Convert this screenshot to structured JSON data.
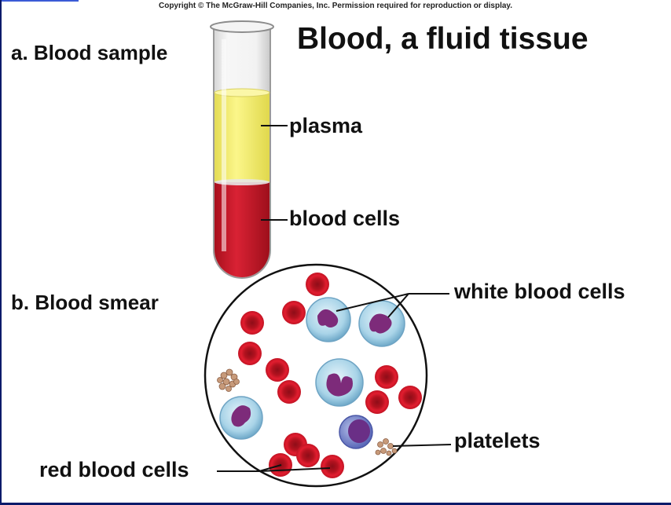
{
  "copyright": "Copyright © The McGraw-Hill Companies, Inc. Permission required for reproduction or display.",
  "title": "Blood, a fluid tissue",
  "part_a": {
    "label": "a. Blood sample",
    "plasma": "plasma",
    "blood_cells": "blood cells"
  },
  "part_b": {
    "label": "b. Blood smear",
    "white_blood_cells": "white blood cells",
    "platelets": "platelets",
    "red_blood_cells": "red blood cells"
  },
  "colors": {
    "plasma": "#f2ec6e",
    "blood": "#c41a2a",
    "red_cell": "#d8182b",
    "white_cell": "#b9dcec",
    "nucleus": "#7a2a7a"
  }
}
